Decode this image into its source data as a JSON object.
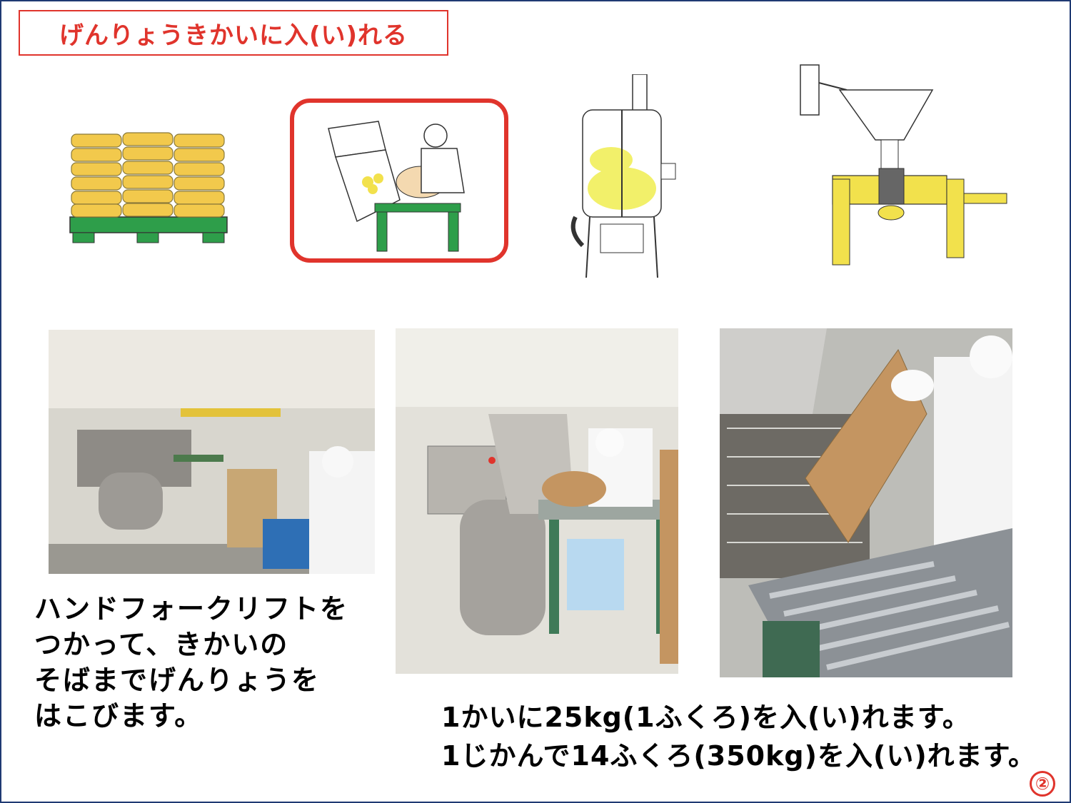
{
  "title": "げんりょうきかいに入(い)れる",
  "captions": {
    "left_lines": [
      "ハンドフォークリフトを",
      "つかって、きかいの",
      "そばまでげんりょうを",
      "はこびます。"
    ],
    "bottom_lines": [
      "1かいに25kg(1ふくろ)を入(い)れます。",
      "1じかんで14ふくろ(350kg)を入(い)れます。"
    ]
  },
  "page_number": "②",
  "illustrations": [
    {
      "name": "stacked-bags-on-pallet"
    },
    {
      "name": "worker-pouring-bag",
      "highlighted": true
    },
    {
      "name": "mixing-tank"
    },
    {
      "name": "extruder-machine"
    }
  ],
  "photos": [
    {
      "name": "hand-forklift-photo"
    },
    {
      "name": "machine-loading-photo"
    },
    {
      "name": "bag-pouring-closeup-photo"
    }
  ],
  "colors": {
    "accent": "#e0342c",
    "frame": "#1f3a73",
    "pallet": "#2e9e4a",
    "bag": "#f2c94c"
  }
}
